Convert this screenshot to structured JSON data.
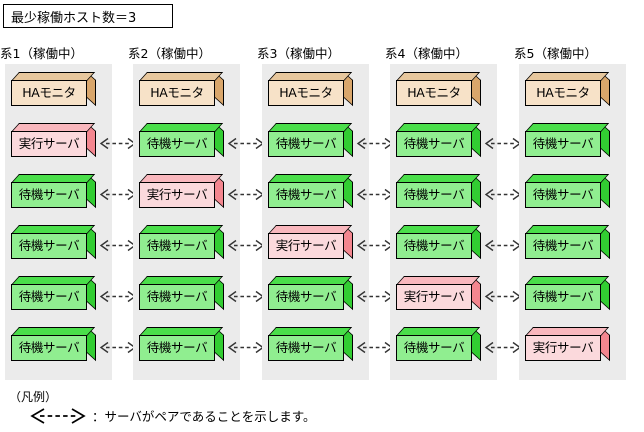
{
  "title": {
    "text": "最少稼働ホスト数＝3"
  },
  "colors": {
    "panel_background": "#ebebeb",
    "active_server_face": "#fbd9dc",
    "standby_server_face": "#90ee90",
    "ha_monitor_face": "#f7e2c8",
    "outline": "#000000",
    "page_background": "#ffffff"
  },
  "labels": {
    "ha_monitor": "HAモニタ",
    "active_server": "実行サーバ",
    "standby_server": "待機サーバ"
  },
  "columns": [
    {
      "id": "kei1",
      "header": "系1（稼働中）",
      "boxes": [
        {
          "label": "HAモニタ",
          "kind": "ha-monitor",
          "color": "tan"
        },
        {
          "label": "実行サーバ",
          "kind": "active-server",
          "color": "pink"
        },
        {
          "label": "待機サーバ",
          "kind": "standby-server",
          "color": "green"
        },
        {
          "label": "待機サーバ",
          "kind": "standby-server",
          "color": "green"
        },
        {
          "label": "待機サーバ",
          "kind": "standby-server",
          "color": "green"
        },
        {
          "label": "待機サーバ",
          "kind": "standby-server",
          "color": "green"
        }
      ]
    },
    {
      "id": "kei2",
      "header": "系2（稼働中）",
      "boxes": [
        {
          "label": "HAモニタ",
          "kind": "ha-monitor",
          "color": "tan"
        },
        {
          "label": "待機サーバ",
          "kind": "standby-server",
          "color": "green"
        },
        {
          "label": "実行サーバ",
          "kind": "active-server",
          "color": "pink"
        },
        {
          "label": "待機サーバ",
          "kind": "standby-server",
          "color": "green"
        },
        {
          "label": "待機サーバ",
          "kind": "standby-server",
          "color": "green"
        },
        {
          "label": "待機サーバ",
          "kind": "standby-server",
          "color": "green"
        }
      ]
    },
    {
      "id": "kei3",
      "header": "系3（稼働中）",
      "boxes": [
        {
          "label": "HAモニタ",
          "kind": "ha-monitor",
          "color": "tan"
        },
        {
          "label": "待機サーバ",
          "kind": "standby-server",
          "color": "green"
        },
        {
          "label": "待機サーバ",
          "kind": "standby-server",
          "color": "green"
        },
        {
          "label": "実行サーバ",
          "kind": "active-server",
          "color": "pink"
        },
        {
          "label": "待機サーバ",
          "kind": "standby-server",
          "color": "green"
        },
        {
          "label": "待機サーバ",
          "kind": "standby-server",
          "color": "green"
        }
      ]
    },
    {
      "id": "kei4",
      "header": "系4（稼働中）",
      "boxes": [
        {
          "label": "HAモニタ",
          "kind": "ha-monitor",
          "color": "tan"
        },
        {
          "label": "待機サーバ",
          "kind": "standby-server",
          "color": "green"
        },
        {
          "label": "待機サーバ",
          "kind": "standby-server",
          "color": "green"
        },
        {
          "label": "待機サーバ",
          "kind": "standby-server",
          "color": "green"
        },
        {
          "label": "実行サーバ",
          "kind": "active-server",
          "color": "pink"
        },
        {
          "label": "待機サーバ",
          "kind": "standby-server",
          "color": "green"
        }
      ]
    },
    {
      "id": "kei5",
      "header": "系5（稼働中）",
      "boxes": [
        {
          "label": "HAモニタ",
          "kind": "ha-monitor",
          "color": "tan"
        },
        {
          "label": "待機サーバ",
          "kind": "standby-server",
          "color": "green"
        },
        {
          "label": "待機サーバ",
          "kind": "standby-server",
          "color": "green"
        },
        {
          "label": "待機サーバ",
          "kind": "standby-server",
          "color": "green"
        },
        {
          "label": "待機サーバ",
          "kind": "standby-server",
          "color": "green"
        },
        {
          "label": "実行サーバ",
          "kind": "active-server",
          "color": "pink"
        }
      ]
    }
  ],
  "pair_rows": [
    1,
    2,
    3,
    4,
    5
  ],
  "legend": {
    "title": "（凡例）",
    "symbol": "<---->",
    "text": "：サーバがペアであることを示します。"
  }
}
